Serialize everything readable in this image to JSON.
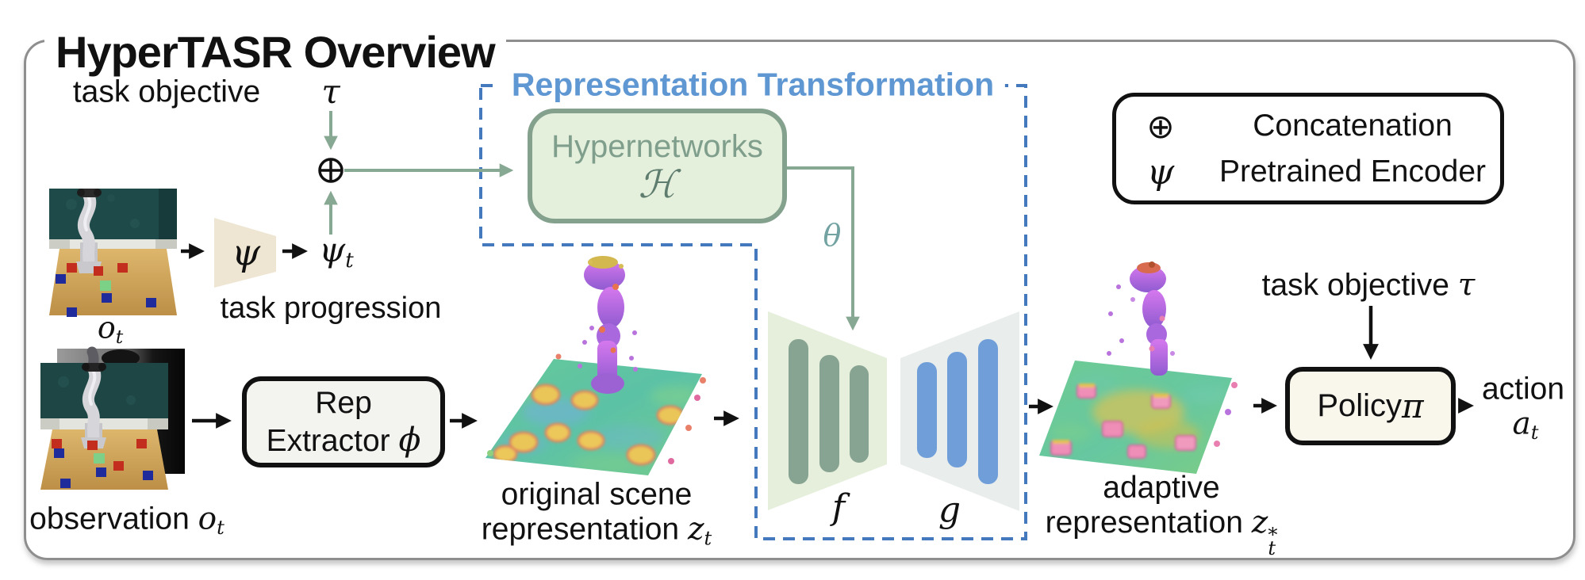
{
  "title": "HyperTASR Overview",
  "labels": {
    "task_objective": "task objective",
    "tau": "τ",
    "psi": "ψ",
    "psi_t": {
      "base": "ψ",
      "sub": "t"
    },
    "task_progression": "task progression",
    "o_t": {
      "base": "o",
      "sub": "t"
    },
    "observation": {
      "text": "observation ",
      "base": "o",
      "sub": "t"
    },
    "rep_extractor": {
      "line1": "Rep",
      "line2": "Extractor ",
      "symbol": "ϕ"
    },
    "rep_transformation": "Representation Transformation",
    "hypernetworks": {
      "name": "Hypernetworks",
      "symbol": "ℋ"
    },
    "theta": "θ",
    "original_scene": {
      "line1": "original scene",
      "line2": "representation ",
      "base": "z",
      "sub": "t"
    },
    "f": "f",
    "g": "g",
    "adaptive": {
      "line1": "adaptive",
      "line2": "representation ",
      "base": "z",
      "sub": "t",
      "sup": "*"
    },
    "task_objective_tau": {
      "text": "task objective ",
      "symbol": "τ"
    },
    "policy": {
      "text": "Policy ",
      "symbol": "π"
    },
    "action": {
      "line1": "action",
      "base": "a",
      "sub": "t"
    }
  },
  "legend": {
    "items": [
      {
        "symbol": "⊕",
        "label": "Concatenation"
      },
      {
        "symbol": "ψ",
        "label": "Pretrained Encoder"
      }
    ]
  },
  "colors": {
    "arrow_green": "#87a892",
    "dashed_blue": "#4579be",
    "rt_title_blue": "#5f97d3",
    "hyper_fill": "#e4efdc",
    "hyper_border": "#83a18d",
    "hyper_text": "#7f9f8c",
    "hyper_symbol": "#5f7d6e",
    "theta_text": "#73a2a2",
    "psi_trapezoid_fill": "#eee6d2",
    "f_fill": "#e5efdb",
    "f_bar": "#87a391",
    "g_fill": "#e9edec",
    "g_bar": "#6f9ed9",
    "policy_fill": "#f9f6ec",
    "rep_fill": "#f3f3f0"
  }
}
